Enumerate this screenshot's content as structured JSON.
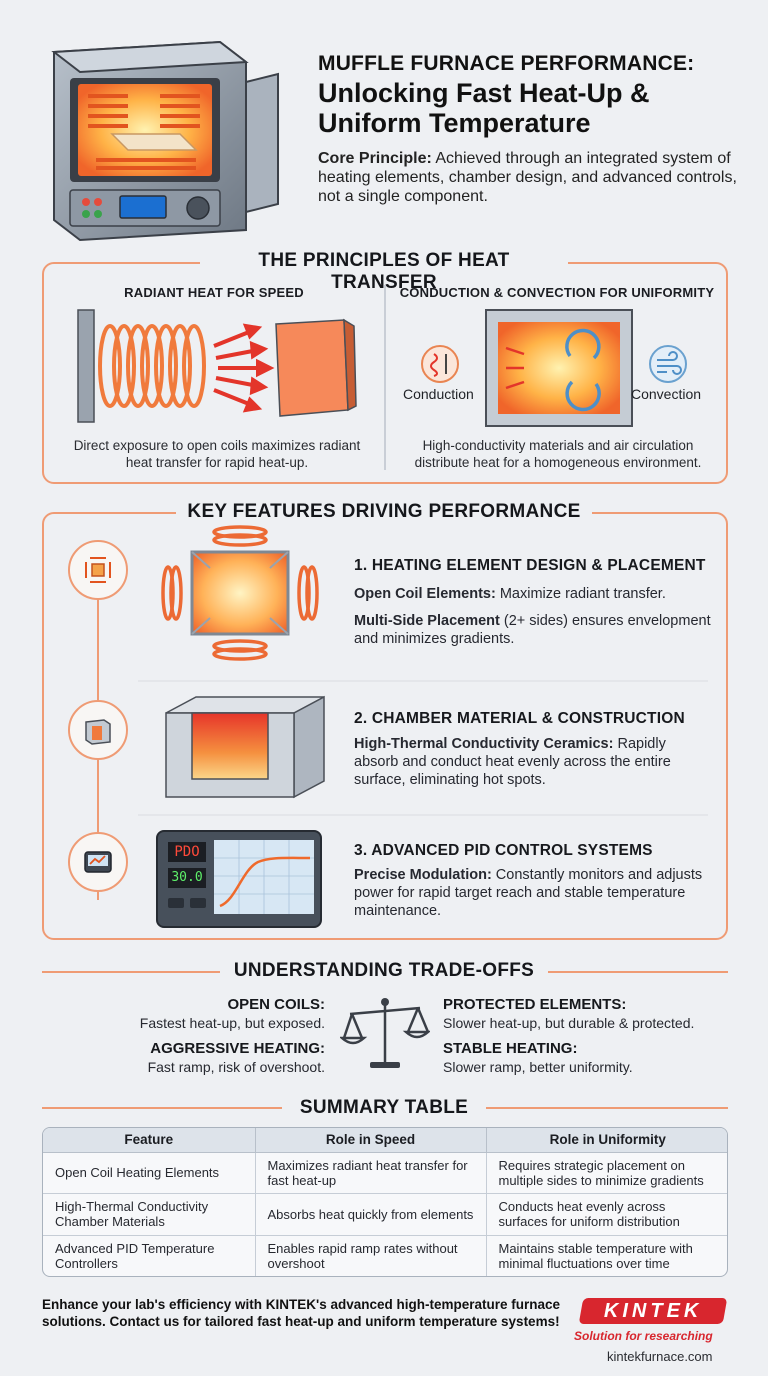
{
  "header": {
    "title_line1": "MUFFLE FURNACE PERFORMANCE:",
    "title_line2": "Unlocking Fast Heat-Up & Uniform Temperature",
    "core_label": "Core Principle:",
    "core_text": " Achieved through an integrated system of heating elements, chamber design, and advanced controls, not a single component."
  },
  "heat_transfer": {
    "title": "THE PRINCIPLES OF HEAT TRANSFER",
    "radiant": {
      "heading": "RADIANT HEAT FOR SPEED",
      "caption": "Direct exposure to open coils maximizes radiant heat transfer for rapid heat-up."
    },
    "uniformity": {
      "heading": "CONDUCTION & CONVECTION FOR UNIFORMITY",
      "conduction_label": "Conduction",
      "convection_label": "Convection",
      "caption": "High-conductivity materials and air circulation distribute heat for a homogeneous environment."
    }
  },
  "features": {
    "title": "KEY FEATURES DRIVING PERFORMANCE",
    "items": [
      {
        "title": "1. HEATING ELEMENT DESIGN & PLACEMENT",
        "p1_bold": "Open Coil Elements:",
        "p1_text": " Maximize radiant transfer.",
        "p2_bold": "Multi-Side Placement",
        "p2_text": " (2+ sides) ensures envelopment and minimizes gradients."
      },
      {
        "title": "2. CHAMBER MATERIAL & CONSTRUCTION",
        "p1_bold": "High-Thermal Conductivity Ceramics:",
        "p1_text": " Rapidly absorb and conduct heat evenly across the entire surface, eliminating hot spots."
      },
      {
        "title": "3. ADVANCED PID CONTROL SYSTEMS",
        "p1_bold": "Precise Modulation:",
        "p1_text": " Constantly monitors and adjusts power for rapid target reach and stable temperature maintenance.",
        "display_top": "PDO",
        "display_bottom": "30.0"
      }
    ]
  },
  "tradeoffs": {
    "title": "UNDERSTANDING TRADE-OFFS",
    "left": [
      {
        "head": "OPEN COILS:",
        "text": "Fastest heat-up, but exposed."
      },
      {
        "head": "AGGRESSIVE HEATING:",
        "text": "Fast ramp, risk of overshoot."
      }
    ],
    "right": [
      {
        "head": "PROTECTED ELEMENTS:",
        "text": "Slower heat-up, but durable & protected."
      },
      {
        "head": "STABLE HEATING:",
        "text": "Slower ramp, better uniformity."
      }
    ]
  },
  "summary": {
    "title": "SUMMARY TABLE",
    "headers": [
      "Feature",
      "Role in Speed",
      "Role in Uniformity"
    ],
    "rows": [
      [
        "Open Coil Heating Elements",
        "Maximizes radiant heat transfer for fast heat-up",
        "Requires strategic placement on multiple sides to minimize gradients"
      ],
      [
        "High-Thermal Conductivity Chamber Materials",
        "Absorbs heat quickly from elements",
        "Conducts heat evenly across surfaces for uniform distribution"
      ],
      [
        "Advanced PID Temperature Controllers",
        "Enables rapid ramp rates without overshoot",
        "Maintains stable temperature with minimal fluctuations over time"
      ]
    ]
  },
  "footer": {
    "cta": "Enhance your lab's efficiency with KINTEK's advanced high-temperature furnace solutions. Contact us for tailored fast heat-up and uniform temperature systems!",
    "logo": "KINTEK",
    "tagline": "Solution for researching",
    "website": "kintekfurnace.com"
  },
  "colors": {
    "accent": "#ef9b74",
    "heat": "#f26b3a",
    "brand_red": "#d8262e",
    "background": "#eef0f3"
  }
}
